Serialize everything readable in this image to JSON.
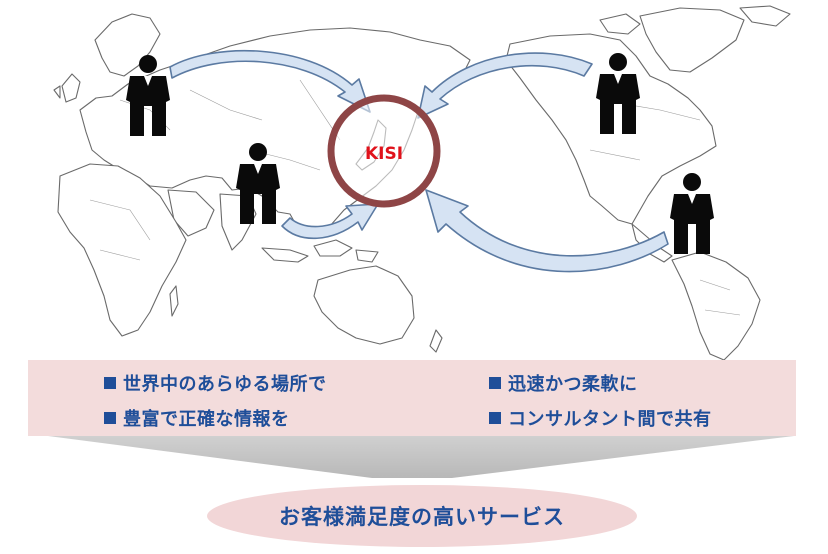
{
  "center": {
    "label": "KISI"
  },
  "benefits": {
    "left": [
      "世界中のあらゆる場所で",
      "豊富で正確な情報を"
    ],
    "right": [
      "迅速かつ柔軟に",
      "コンサルタント間で共有"
    ]
  },
  "result": {
    "label": "お客様満足度の高いサービス"
  },
  "colors": {
    "arrow_fill": "#d6e3f3",
    "ring": "#8e4546",
    "center_text": "#e0121b",
    "bullet_text": "#1f4e99",
    "band": "#f3dcdc",
    "result_oval": "#f2d6d7"
  },
  "icons": [
    "world-map",
    "businessman-icon",
    "curved-arrow",
    "bullet-square-icon"
  ]
}
